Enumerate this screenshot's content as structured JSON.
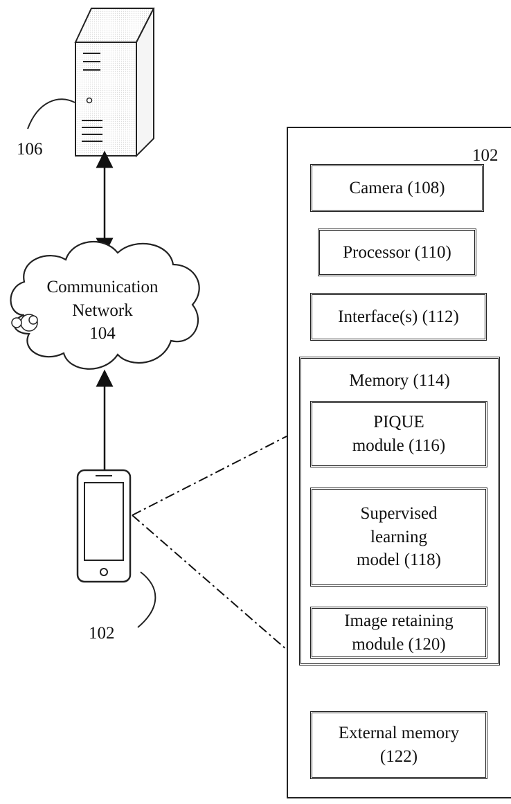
{
  "labels": {
    "server_ref": "106",
    "network_name": "Communication Network",
    "network_ref": "104",
    "device_ref": "102",
    "panel_ref": "102"
  },
  "components": {
    "camera": "Camera (108)",
    "processor": "Processor (110)",
    "interfaces": "Interface(s) (112)",
    "memory": "Memory (114)",
    "pique": "PIQUE module (116)",
    "supervised": "Supervised learning model (118)",
    "image_retaining": "Image retaining module (120)",
    "external_memory": "External memory (122)"
  }
}
